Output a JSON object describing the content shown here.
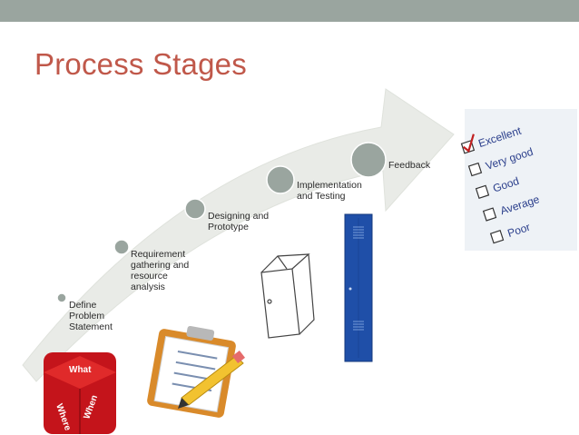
{
  "slide": {
    "title": "Process Stages"
  },
  "stages": [
    {
      "label_lines": [
        "Define",
        "Problem",
        "Statement"
      ]
    },
    {
      "label_lines": [
        "Requirement",
        "gathering and",
        "resource",
        "analysis"
      ]
    },
    {
      "label_lines": [
        "Designing and",
        "Prototype"
      ]
    },
    {
      "label_lines": [
        "Implementation",
        "and Testing"
      ]
    },
    {
      "label_lines": [
        "Feedback"
      ]
    }
  ],
  "dice": {
    "faces": [
      "What",
      "Where",
      "When"
    ]
  },
  "feedback_form": {
    "options": [
      "Excellent",
      "Very good",
      "Good",
      "Average",
      "Poor"
    ],
    "checked": "Excellent"
  },
  "colors": {
    "top_bar": "#9aa59f",
    "title": "#c0584a",
    "arrow": "#e9ebe7",
    "node": "#9aa59f",
    "dice": "#c4141b",
    "locker": "#1f4fa8"
  }
}
